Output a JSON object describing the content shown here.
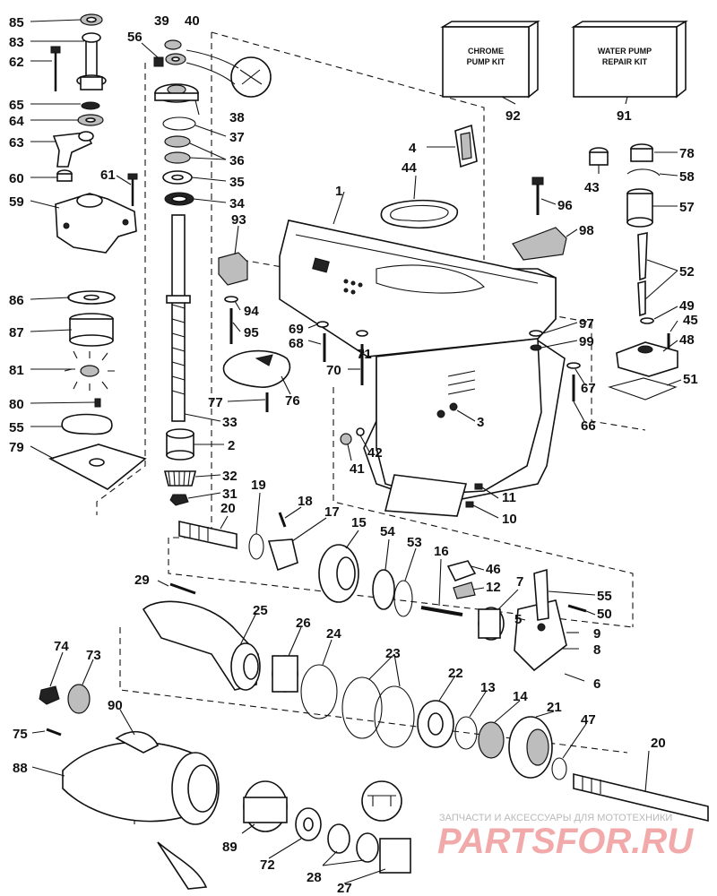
{
  "callouts": [
    "85",
    "83",
    "62",
    "65",
    "64",
    "63",
    "60",
    "61",
    "59",
    "56",
    "39",
    "40",
    "38",
    "37",
    "36",
    "35",
    "34",
    "93",
    "94",
    "95",
    "33",
    "2",
    "32",
    "31",
    "86",
    "87",
    "81",
    "80",
    "55",
    "79",
    "20",
    "19",
    "18",
    "17",
    "15",
    "54",
    "53",
    "16",
    "46",
    "12",
    "7",
    "5",
    "55",
    "50",
    "9",
    "8",
    "6",
    "29",
    "25",
    "26",
    "24",
    "23",
    "22",
    "13",
    "14",
    "21",
    "47",
    "20",
    "74",
    "73",
    "75",
    "90",
    "88",
    "89",
    "72",
    "28",
    "27",
    "1",
    "44",
    "4",
    "43",
    "78",
    "58",
    "57",
    "96",
    "98",
    "52",
    "49",
    "45",
    "48",
    "51",
    "97",
    "99",
    "67",
    "66",
    "69",
    "68",
    "71",
    "70",
    "76",
    "77",
    "3",
    "42",
    "41",
    "11",
    "10",
    "92",
    "91"
  ],
  "kits": [
    {
      "line1": "CHROME",
      "line2": "PUMP KIT"
    },
    {
      "line1": "WATER PUMP",
      "line2": "REPAIR KIT"
    }
  ],
  "watermark": {
    "caption": "ЗАПЧАСТИ И АКСЕССУАРЫ ДЛЯ МОТОТЕХНИКИ",
    "brand": "PARTSFOR.RU"
  }
}
